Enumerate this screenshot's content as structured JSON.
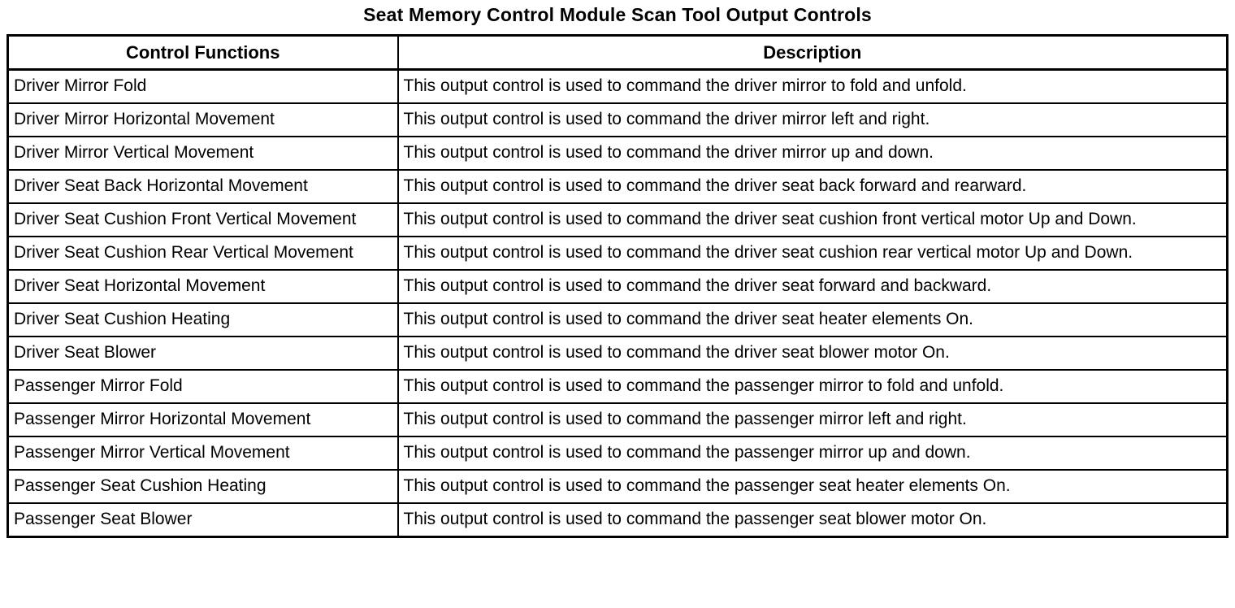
{
  "page_title": "Seat Memory Control Module Scan Tool Output Controls",
  "colors": {
    "background": "#ffffff",
    "text": "#000000",
    "border": "#000000"
  },
  "table": {
    "columns": [
      "Control Functions",
      "Description"
    ],
    "rows": [
      {
        "function": "Driver Mirror Fold",
        "description": "This output control is used to command the driver mirror to fold and unfold."
      },
      {
        "function": "Driver Mirror Horizontal Movement",
        "description": "This output control is used to command the driver mirror left and right."
      },
      {
        "function": "Driver Mirror Vertical Movement",
        "description": "This output control is used to command the driver mirror up and down."
      },
      {
        "function": "Driver Seat Back Horizontal Movement",
        "description": "This output control is used to command the driver seat back forward and rearward."
      },
      {
        "function": "Driver Seat Cushion Front Vertical Movement",
        "description": "This output control is used to command the driver seat cushion front vertical motor Up and Down."
      },
      {
        "function": "Driver Seat Cushion Rear Vertical Movement",
        "description": "This output control is used to command the driver seat cushion rear vertical motor Up and Down."
      },
      {
        "function": "Driver Seat Horizontal Movement",
        "description": "This output control is used to command the driver seat forward and backward."
      },
      {
        "function": "Driver Seat Cushion Heating",
        "description": "This output control is used to command the driver seat heater elements On."
      },
      {
        "function": "Driver Seat Blower",
        "description": "This output control is used to command the driver seat blower motor On."
      },
      {
        "function": "Passenger Mirror Fold",
        "description": "This output control is used to command the passenger mirror to fold and unfold."
      },
      {
        "function": "Passenger Mirror Horizontal Movement",
        "description": "This output control is used to command the passenger mirror left and right."
      },
      {
        "function": "Passenger Mirror Vertical Movement",
        "description": "This output control is used to command the passenger mirror up and down."
      },
      {
        "function": "Passenger Seat Cushion Heating",
        "description": "This output control is used to command the passenger seat heater elements On."
      },
      {
        "function": "Passenger Seat Blower",
        "description": "This output control is used to command the passenger seat blower motor On."
      }
    ]
  }
}
